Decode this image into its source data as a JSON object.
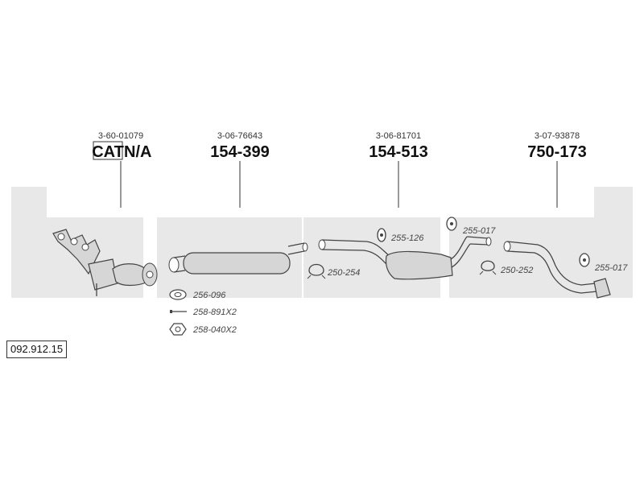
{
  "diagram_id": "092.912.15",
  "sections": [
    {
      "ref": "3-60-01079",
      "cat": "CAT",
      "part": "N/A"
    },
    {
      "ref": "3-06-76643",
      "part": "154-399"
    },
    {
      "ref": "3-06-81701",
      "part": "154-513"
    },
    {
      "ref": "3-07-93878",
      "part": "750-173"
    }
  ],
  "accessories": [
    {
      "code": "256-096",
      "icon": "gasket-icon"
    },
    {
      "code": "258-891X2",
      "icon": "bolt-icon"
    },
    {
      "code": "258-040X2",
      "icon": "nut-icon"
    },
    {
      "code": "255-126",
      "icon": "rubber-hanger-icon"
    },
    {
      "code": "250-254",
      "icon": "clamp-icon"
    },
    {
      "code": "255-017",
      "icon": "rubber-hanger-icon"
    },
    {
      "code": "250-252",
      "icon": "clamp-icon"
    },
    {
      "code": "255-017",
      "icon": "rubber-hanger-icon"
    }
  ]
}
